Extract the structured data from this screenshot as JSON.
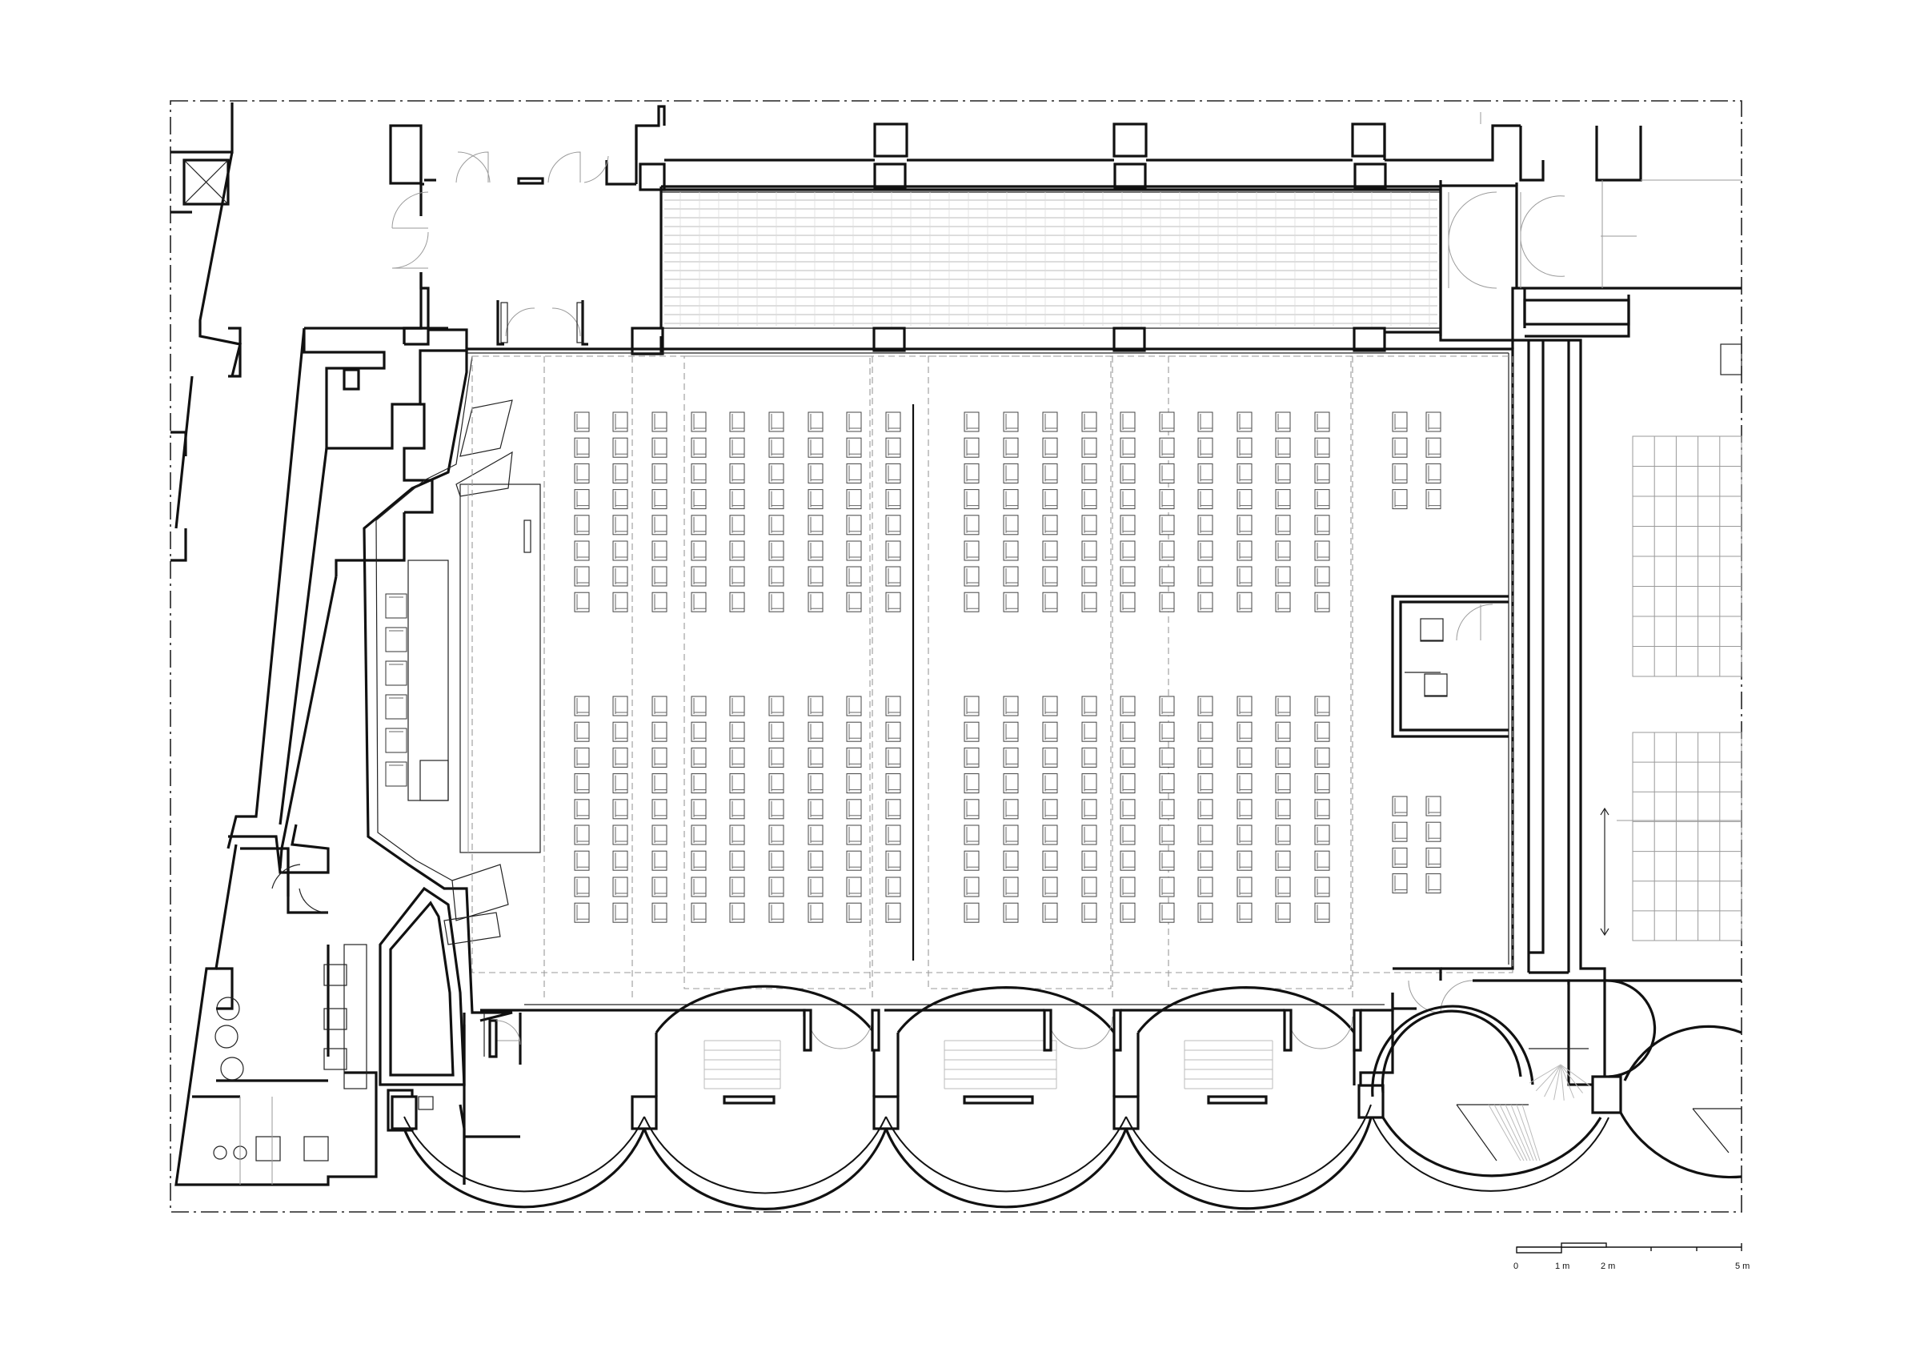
{
  "scale_bar": {
    "labels": [
      "0",
      "1 m",
      "2 m",
      "5 m"
    ]
  }
}
